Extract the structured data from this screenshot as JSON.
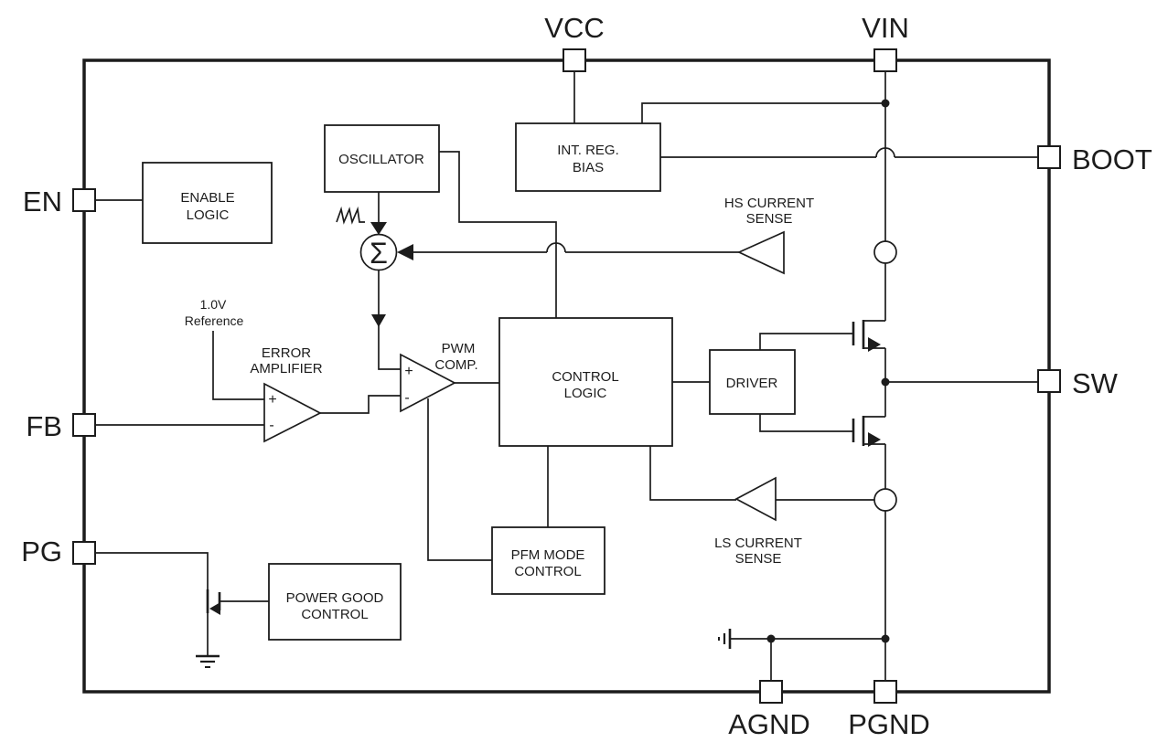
{
  "figure": {
    "background": "#ffffff",
    "line_color": "#1c1c1c",
    "pins": {
      "vcc": "VCC",
      "vin": "VIN",
      "boot": "BOOT",
      "sw": "SW",
      "en": "EN",
      "fb": "FB",
      "pg": "PG",
      "agnd": "AGND",
      "pgnd": "PGND"
    },
    "blocks": {
      "enable_logic": {
        "line1": "ENABLE",
        "line2": "LOGIC"
      },
      "oscillator": {
        "label": "OSCILLATOR"
      },
      "int_reg_bias": {
        "line1": "INT. REG.",
        "line2": "BIAS"
      },
      "control_logic": {
        "line1": "CONTROL",
        "line2": "LOGIC"
      },
      "driver": {
        "label": "DRIVER"
      },
      "pfm_mode_control": {
        "line1": "PFM MODE",
        "line2": "CONTROL"
      },
      "power_good_control": {
        "line1": "POWER GOOD",
        "line2": "CONTROL"
      }
    },
    "amplifiers": {
      "error_amplifier": {
        "line1": "ERROR",
        "line2": "AMPLIFIER",
        "plus": "+",
        "minus": "-"
      },
      "pwm_comparator": {
        "line1": "PWM",
        "line2": "COMP.",
        "plus": "+",
        "minus": "-"
      }
    },
    "sense": {
      "hs": {
        "line1": "HS CURRENT",
        "line2": "SENSE"
      },
      "ls": {
        "line1": "LS CURRENT",
        "line2": "SENSE"
      }
    },
    "reference": {
      "line1": "1.0V",
      "line2": "Reference"
    },
    "summing_junction": {
      "symbol": "Σ"
    }
  }
}
